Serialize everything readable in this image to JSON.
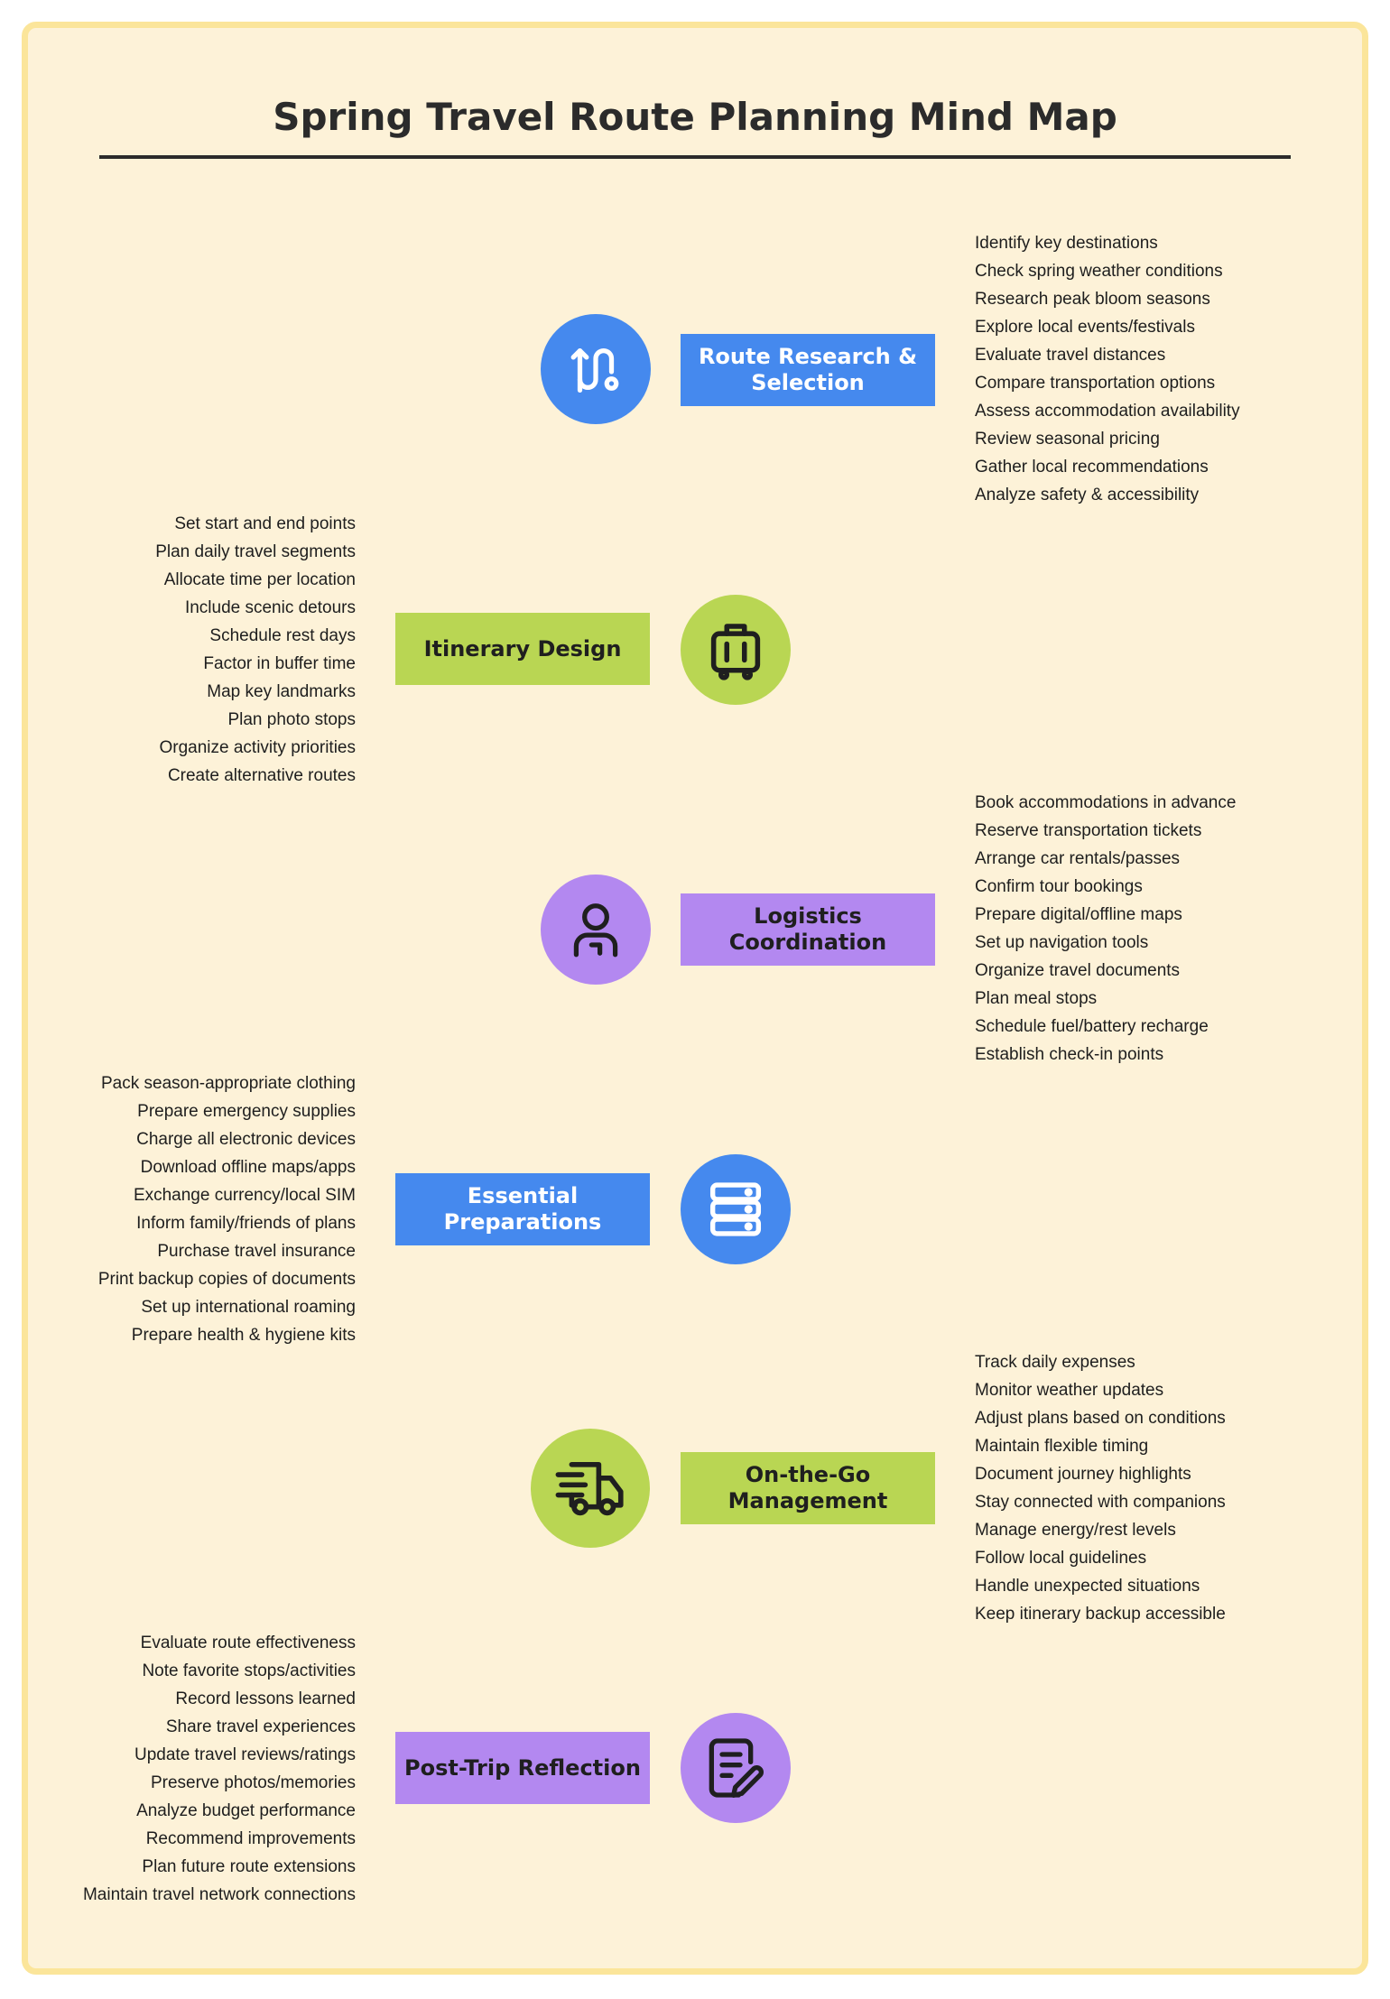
{
  "title": "Spring Travel Route Planning Mind Map",
  "colors": {
    "blue": "#4589ee",
    "green": "#b9d653",
    "purple": "#b388f0",
    "frame_border": "#fbe59a",
    "background": "#fdf2d8"
  },
  "branches": [
    {
      "label": "Route Research & Selection",
      "color": "blue",
      "text_color": "#ffffff",
      "icon": "route-icon",
      "items": [
        "Identify key destinations",
        "Check spring weather conditions",
        "Research peak bloom seasons",
        "Explore local events/festivals",
        "Evaluate travel distances",
        "Compare transportation options",
        "Assess accommodation availability",
        "Review seasonal pricing",
        "Gather local recommendations",
        "Analyze safety & accessibility"
      ]
    },
    {
      "label": "Itinerary Design",
      "color": "green",
      "text_color": "#1f1f1f",
      "icon": "luggage-icon",
      "items": [
        "Set start and end points",
        "Plan daily travel segments",
        "Allocate time per location",
        "Include scenic detours",
        "Schedule rest days",
        "Factor in buffer time",
        "Map key landmarks",
        "Plan photo stops",
        "Organize activity priorities",
        "Create alternative routes"
      ]
    },
    {
      "label": "Logistics Coordination",
      "color": "purple",
      "text_color": "#1f1f1f",
      "icon": "user-icon",
      "items": [
        "Book accommodations in advance",
        "Reserve transportation tickets",
        "Arrange car rentals/passes",
        "Confirm tour bookings",
        "Prepare digital/offline maps",
        "Set up navigation tools",
        "Organize travel documents",
        "Plan meal stops",
        "Schedule fuel/battery recharge",
        "Establish check-in points"
      ]
    },
    {
      "label": "Essential Preparations",
      "color": "blue",
      "text_color": "#ffffff",
      "icon": "server-icon",
      "items": [
        "Pack season-appropriate clothing",
        "Prepare emergency supplies",
        "Charge all electronic devices",
        "Download offline maps/apps",
        "Exchange currency/local SIM",
        "Inform family/friends of plans",
        "Purchase travel insurance",
        "Print backup copies of documents",
        "Set up international roaming",
        "Prepare health & hygiene kits"
      ]
    },
    {
      "label": "On-the-Go Management",
      "color": "green",
      "text_color": "#1f1f1f",
      "icon": "truck-icon",
      "items": [
        "Track daily expenses",
        "Monitor weather updates",
        "Adjust plans based on conditions",
        "Maintain flexible timing",
        "Document journey highlights",
        "Stay connected with companions",
        "Manage energy/rest levels",
        "Follow local guidelines",
        "Handle unexpected situations",
        "Keep itinerary backup accessible"
      ]
    },
    {
      "label": "Post-Trip Reflection",
      "color": "purple",
      "text_color": "#1f1f1f",
      "icon": "notes-edit-icon",
      "items": [
        "Evaluate route effectiveness",
        "Note favorite stops/activities",
        "Record lessons learned",
        "Share travel experiences",
        "Update travel reviews/ratings",
        "Preserve photos/memories",
        "Analyze budget performance",
        "Recommend improvements",
        "Plan future route extensions",
        "Maintain travel network connections"
      ]
    }
  ]
}
